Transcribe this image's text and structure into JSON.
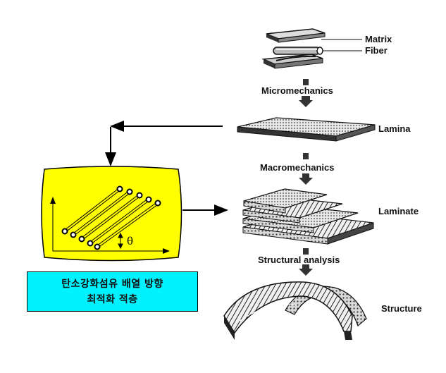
{
  "labels": {
    "matrix": "Matrix",
    "fiber": "Fiber",
    "micromechanics": "Micromechanics",
    "lamina": "Lamina",
    "macromechanics": "Macromechanics",
    "laminate": "Laminate",
    "structural_analysis": "Structural analysis",
    "structure": "Structure"
  },
  "inset": {
    "angle_symbol": "θ",
    "fill_color": "#ffff00"
  },
  "caption": {
    "line1": "탄소강화섬유 배열 방향",
    "line2": "최적화 적층",
    "background": "#00f2ff"
  }
}
